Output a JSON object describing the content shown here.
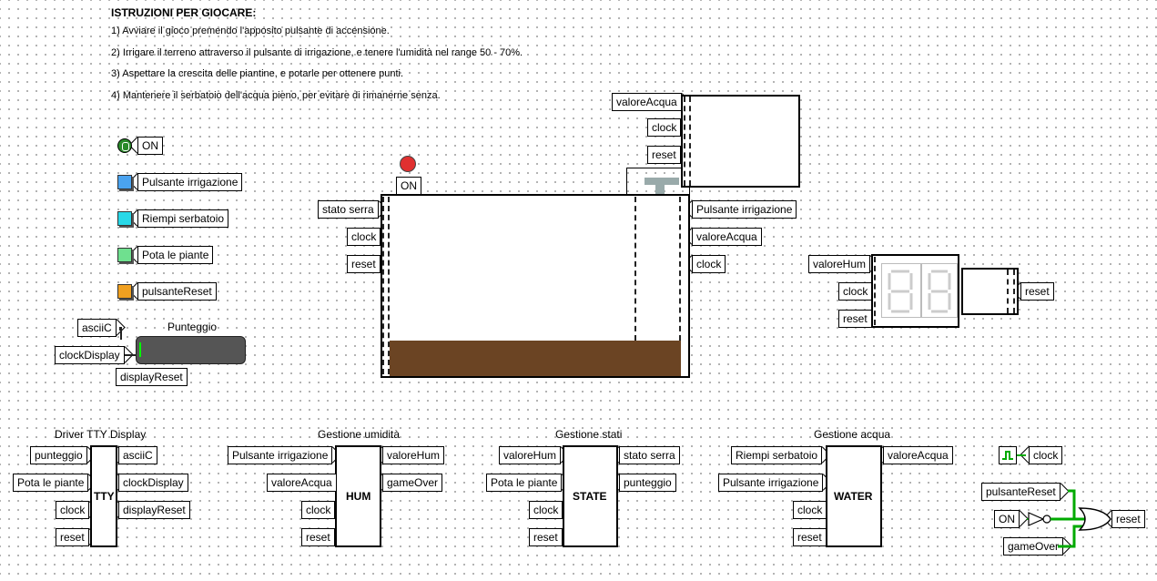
{
  "instructions": {
    "title": "ISTRUZIONI PER GIOCARE:",
    "lines": [
      "1) Avviare il gioco premendo l'apposito pulsante di accensione.",
      "2) Irrigare il terreno attraverso il pulsante di irrigazione, e tenere l'umidità nel range 50 - 70%.",
      "3) Aspettare la crescita delle piantine, e potarle per ottenere punti.",
      "4) Mantenere il serbatoio dell'acqua pieno, per evitare di rimanerne senza."
    ]
  },
  "controls": [
    {
      "label": "ON",
      "color": "#2a8a2a",
      "icon": "power-switch-icon"
    },
    {
      "label": "Pulsante irrigazione",
      "color": "#4aa3f0"
    },
    {
      "label": "Riempi serbatoio",
      "color": "#28d8e8"
    },
    {
      "label": "Pota le piante",
      "color": "#6fe08f"
    },
    {
      "label": "pulsanteReset",
      "color": "#f0a020"
    }
  ],
  "score": {
    "title": "Punteggio",
    "inputs": [
      "asciiC",
      "clockDisplay",
      "displayReset"
    ]
  },
  "greenhouse": {
    "led_label": "ON",
    "left_inputs": [
      "stato serra",
      "clock",
      "reset"
    ],
    "right_inputs": [
      "Pulsante irrigazione",
      "valoreAcqua",
      "clock"
    ],
    "tank_inputs": [
      "valoreAcqua",
      "clock",
      "reset"
    ],
    "soil_color": "#6b4423",
    "led_color": "#e03030"
  },
  "humidity_display": {
    "inputs": [
      "valoreHum",
      "clock",
      "reset"
    ],
    "reset_out": "reset"
  },
  "modules": [
    {
      "title": "Driver TTY Display",
      "label": "TTY",
      "left": [
        "punteggio",
        "Pota le piante",
        "clock",
        "reset"
      ],
      "right": [
        "asciiC",
        "clockDisplay",
        "displayReset"
      ]
    },
    {
      "title": "Gestione umidità",
      "label": "HUM",
      "left": [
        "Pulsante irrigazione",
        "valoreAcqua",
        "clock",
        "reset"
      ],
      "right": [
        "valoreHum",
        "gameOver"
      ]
    },
    {
      "title": "Gestione stati",
      "label": "STATE",
      "left": [
        "valoreHum",
        "Pota le piante",
        "clock",
        "reset"
      ],
      "right": [
        "stato serra",
        "punteggio"
      ]
    },
    {
      "title": "Gestione acqua",
      "label": "WATER",
      "left": [
        "Riempi serbatoio",
        "Pulsante irrigazione",
        "clock",
        "reset"
      ],
      "right": [
        "valoreAcqua"
      ]
    }
  ],
  "logic": {
    "clock_label": "clock",
    "inputs": [
      "pulsanteReset",
      "ON",
      "gameOver"
    ],
    "output": "reset"
  }
}
